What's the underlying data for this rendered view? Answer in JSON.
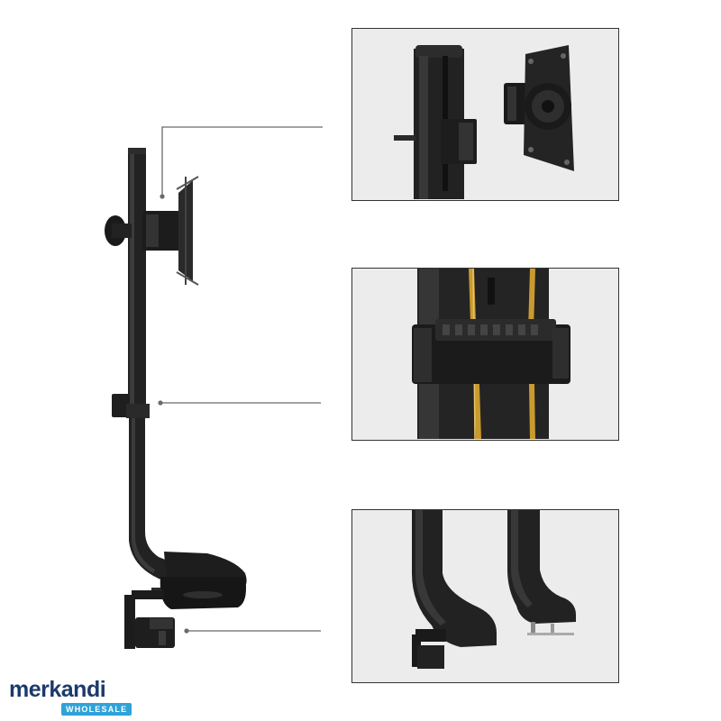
{
  "image": {
    "subject": "single-arm-monitor-stand-product-photo",
    "accent_colors": {
      "metal": "#1f1f1f",
      "background": "#ffffff",
      "panel_border": "#333333",
      "panel_background": "#ececec",
      "cable": "#c99a2e",
      "logo_text": "#1b3a6b",
      "logo_badge": "#2fa3d8"
    }
  },
  "logo": {
    "wordmark": "merkandi",
    "badge": "WHOLESALE"
  },
  "panels": [
    {
      "id": "top",
      "icon": "vesa-mount-detail-icon"
    },
    {
      "id": "middle",
      "icon": "cable-clip-detail-icon"
    },
    {
      "id": "bottom",
      "icon": "desk-clamp-detail-icon"
    }
  ]
}
